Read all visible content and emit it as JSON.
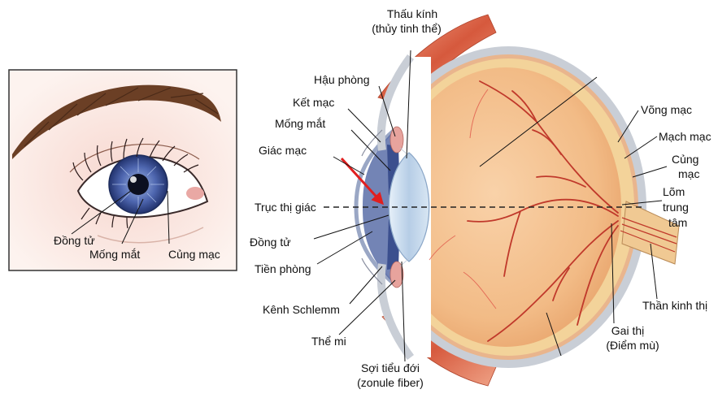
{
  "inset": {
    "labels": {
      "pupil": "Đồng tử",
      "iris": "Mống mắt",
      "sclera": "Củng mạc"
    }
  },
  "labels": {
    "lens_line1": "Thấu kính",
    "lens_line2": "(thủy tinh thể)",
    "posterior_chamber": "Hậu phòng",
    "conjunctiva": "Kết mạc",
    "iris": "Mống mắt",
    "cornea": "Giác mạc",
    "visual_axis": "Trục thị giác",
    "pupil": "Đồng tử",
    "anterior_chamber": "Tiền phòng",
    "schlemm_canal": "Kênh Schlemm",
    "ciliary_body": "Thể mi",
    "zonule_line1": "Sợi tiểu đới",
    "zonule_line2": "(zonule fiber)",
    "retina": "Võng mạc",
    "choroid": "Mạch mạc",
    "sclera_line1": "Củng",
    "sclera_line2": "mạc",
    "fovea_line1": "Lõm",
    "fovea_line2": "trung",
    "fovea_line3": "tâm",
    "optic_nerve": "Thần kinh thị",
    "optic_disc_line1": "Gai thị",
    "optic_disc_line2": "(Điểm mù)"
  },
  "colors": {
    "vitreous": "#f6c79b",
    "retina": "#f3d39a",
    "sclera": "#c9ced6",
    "iris": "#5b6ea8",
    "lens": "#c7dbee",
    "vessel": "#c0392b",
    "muscle": "#d9664a",
    "arrow": "#e01f1f"
  }
}
